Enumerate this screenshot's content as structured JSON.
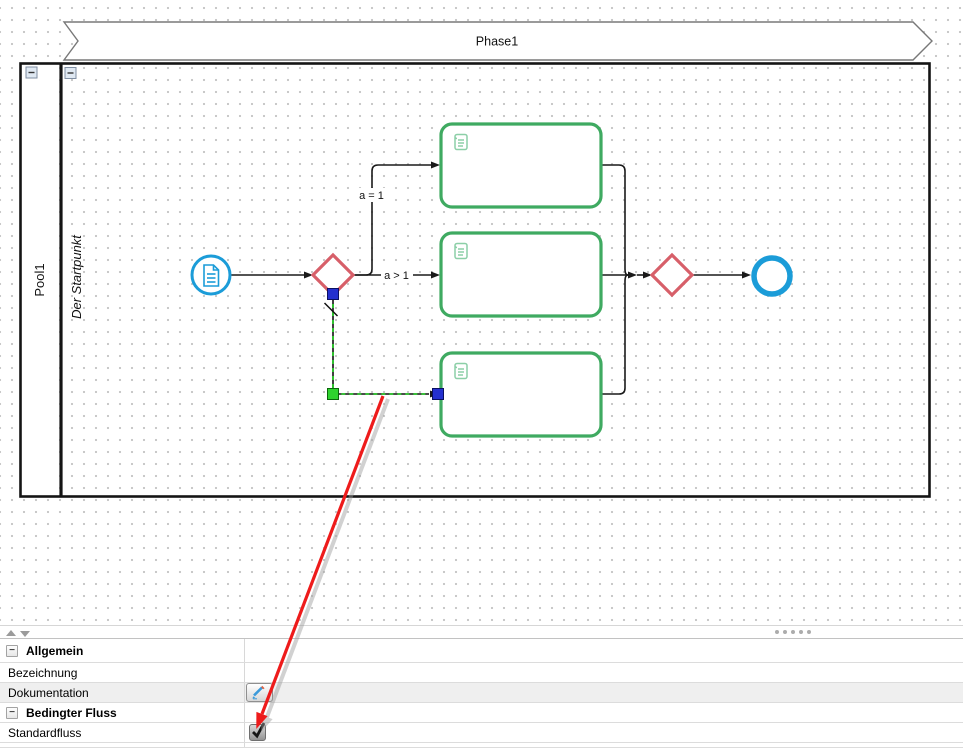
{
  "diagram": {
    "phase_label": "Phase1",
    "pool_name": "Pool1",
    "lane_text": "Der Startpunkt",
    "flow_labels": [
      "a = 1",
      "a > 1"
    ],
    "collapse_glyph": "−"
  },
  "colors": {
    "event_blue": "#1b9cd8",
    "task_green": "#3faa61",
    "task_icon_green": "#8ccfa7",
    "gateway_red": "#d75f69",
    "flow_black": "#1a1a1a",
    "selection_green": "#21d421",
    "handle_blue": "#2430cf",
    "handle_green": "#2ed32e",
    "annotation_red": "#ee1b1b"
  },
  "properties_panel": {
    "sections": [
      {
        "label": "Allgemein"
      },
      {
        "label": "Bedingter Fluss"
      }
    ],
    "rows": [
      {
        "label": "Bezeichnung",
        "value": ""
      },
      {
        "label": "Dokumentation"
      },
      {
        "label": "Standardfluss",
        "checked": true
      }
    ]
  }
}
